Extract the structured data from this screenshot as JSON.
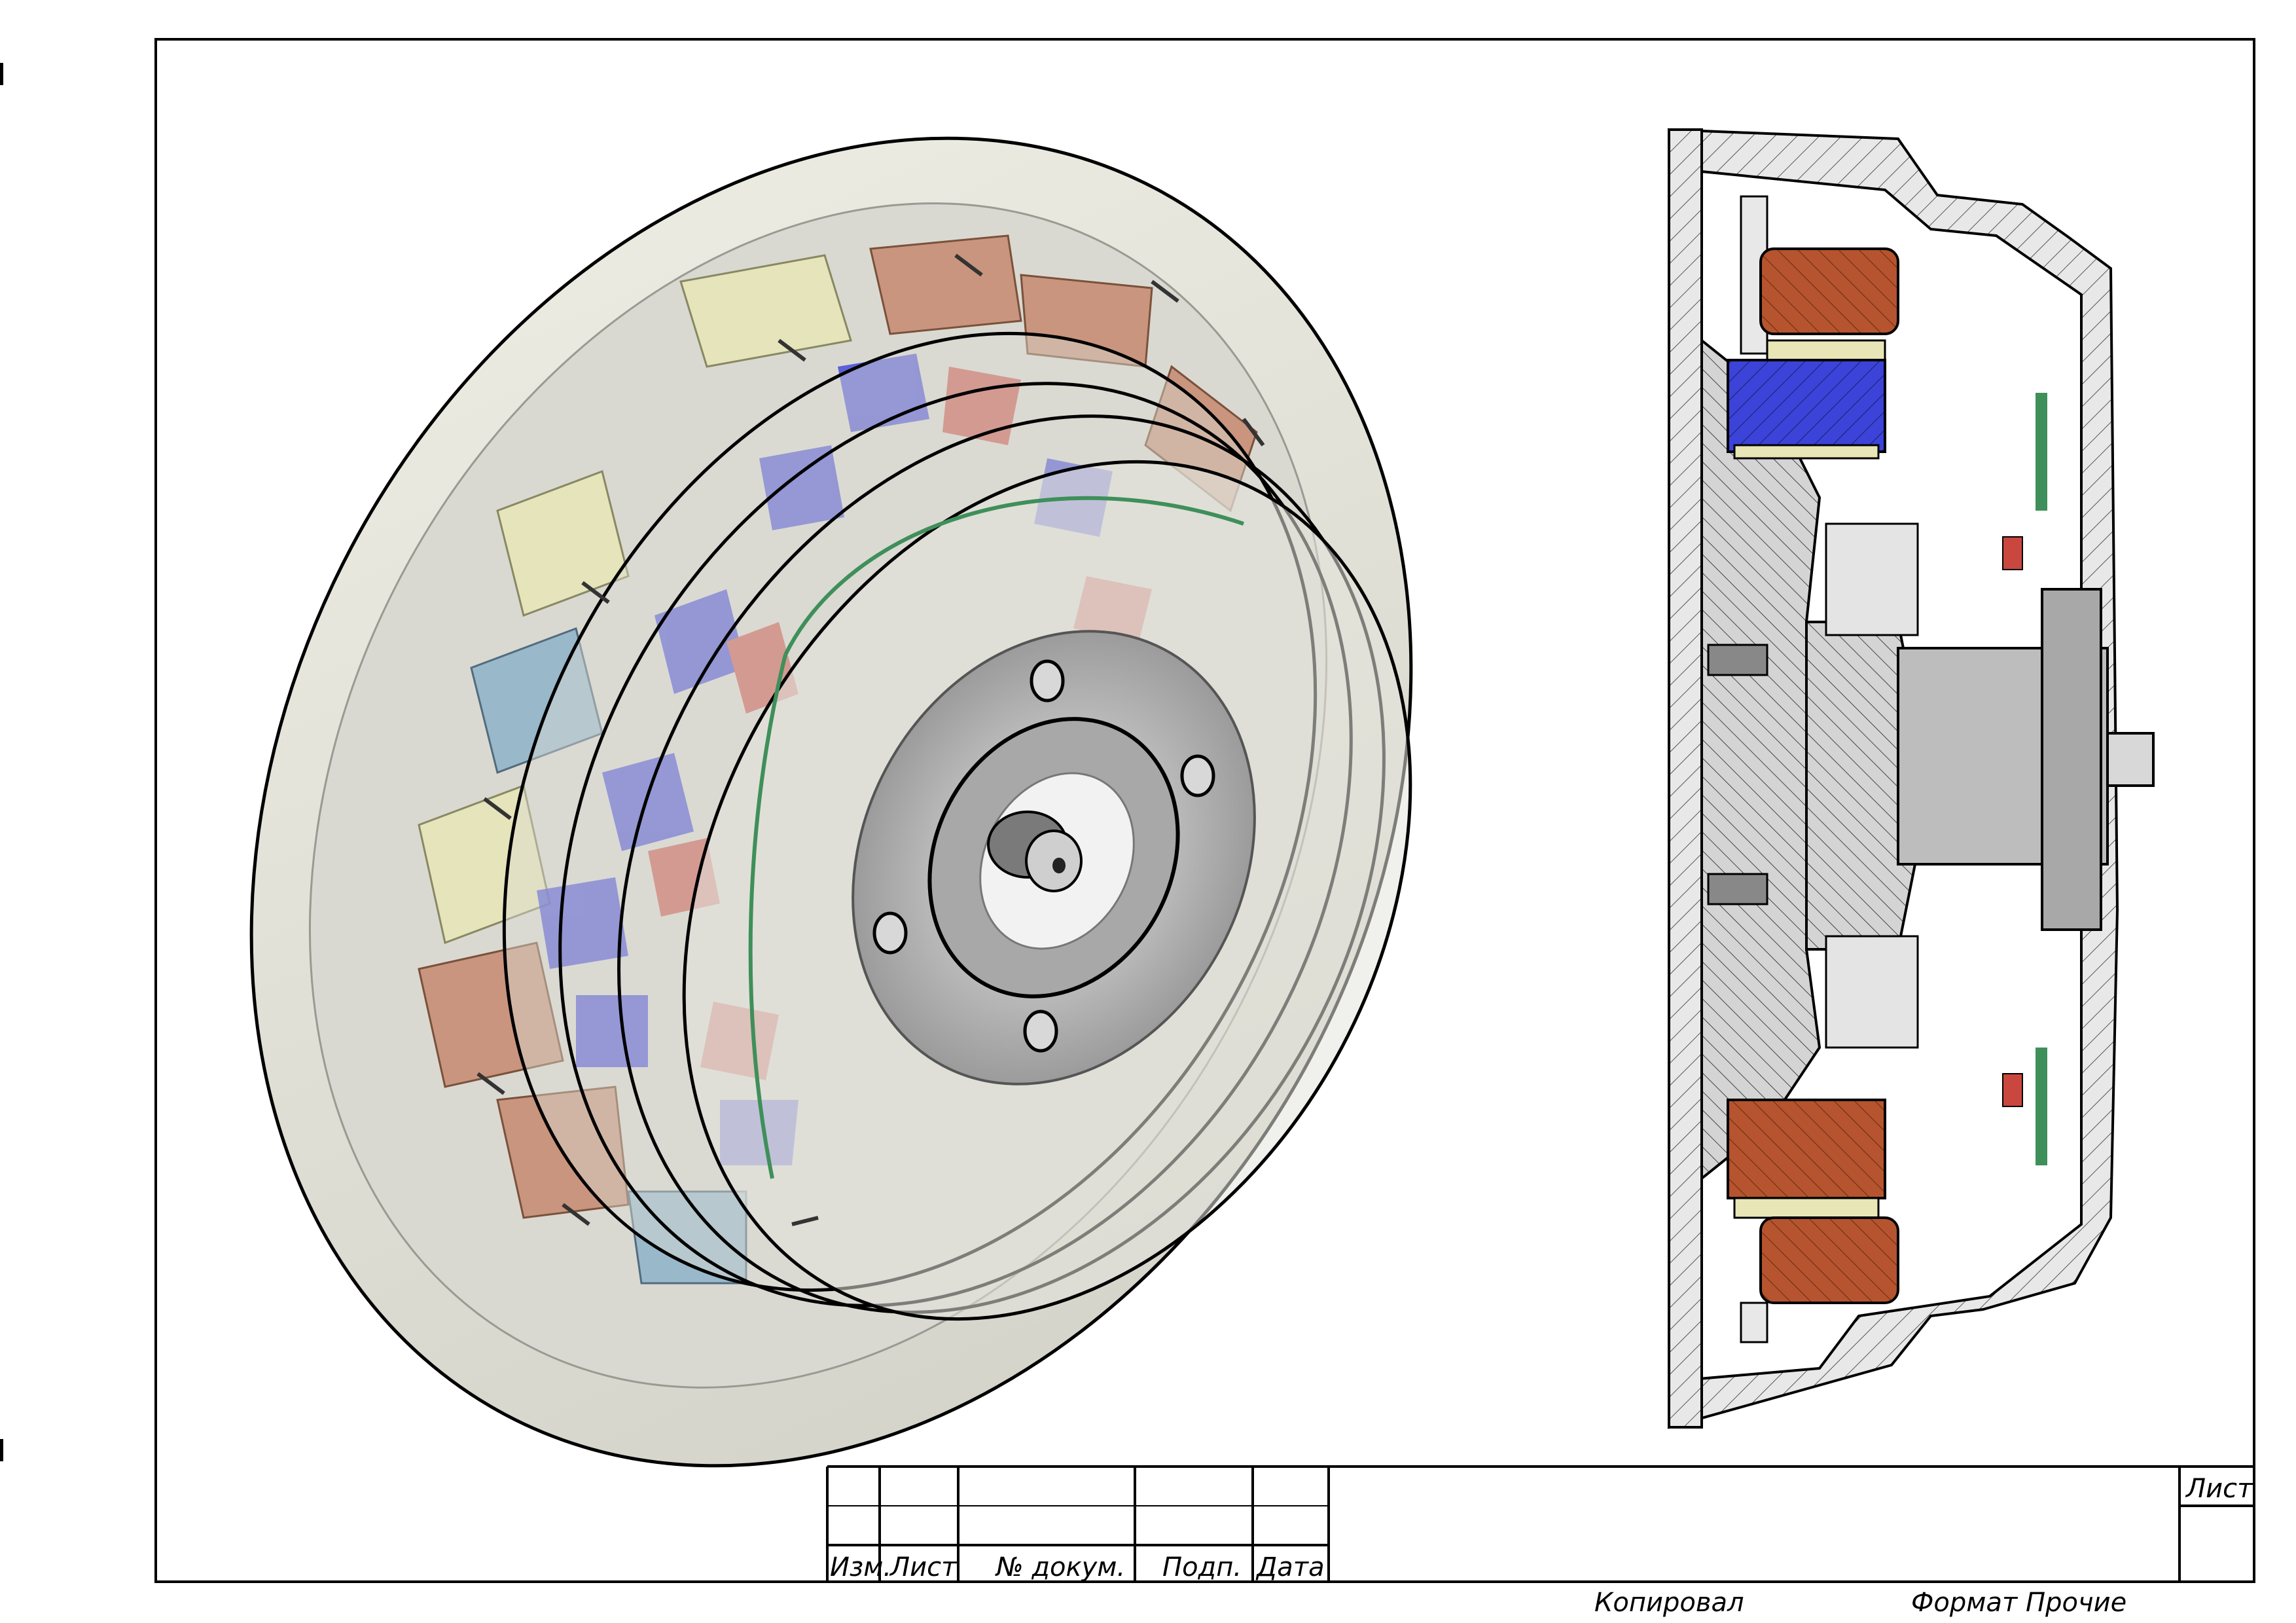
{
  "title_block": {
    "col_izm": "Изм.",
    "col_list": "Лист",
    "col_doc": "№ докум.",
    "col_podp": "Подп.",
    "col_date": "Дата",
    "sheet_label": "Лист"
  },
  "footer": {
    "copied": "Копировал",
    "format": "Формат Прочие"
  },
  "colors": {
    "coil": "#b5542e",
    "magnet": "#3b43d8",
    "insulator": "#e8e6b6",
    "housing": "#e4e4dc",
    "shaft": "#9a9a9a",
    "pcb": "#3f8f5a"
  }
}
